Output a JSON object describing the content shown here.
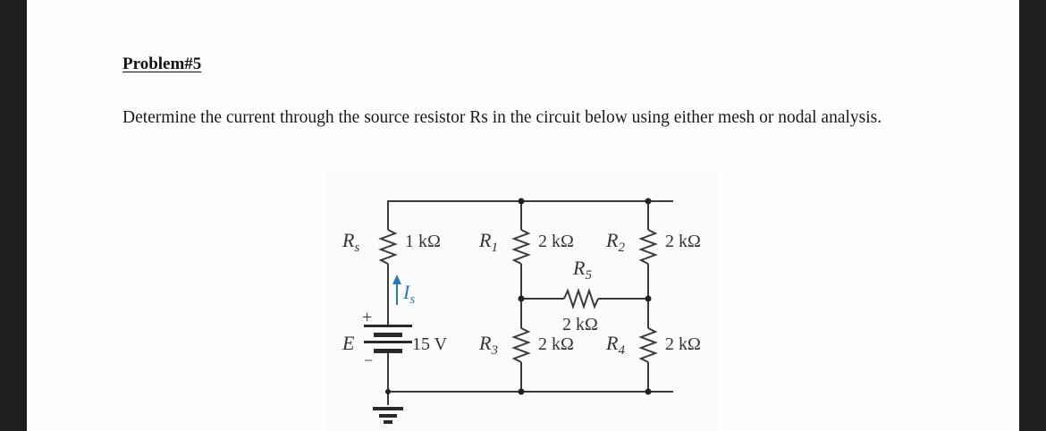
{
  "document": {
    "title": "Problem#5",
    "paragraph": "Determine the current through the source resistor Rs in the circuit below using either mesh or nodal analysis."
  },
  "circuit": {
    "source": {
      "name": "E",
      "value": "15 V",
      "plus": "+",
      "minus": "−"
    },
    "current": {
      "name": "I",
      "sub": "s",
      "color": "#2a7ab8"
    },
    "resistors": [
      {
        "name": "R",
        "sub": "s",
        "value": "1 kΩ"
      },
      {
        "name": "R",
        "sub": "1",
        "value": "2 kΩ"
      },
      {
        "name": "R",
        "sub": "2",
        "value": "2 kΩ"
      },
      {
        "name": "R",
        "sub": "3",
        "value": "2 kΩ"
      },
      {
        "name": "R",
        "sub": "4",
        "value": "2 kΩ"
      },
      {
        "name": "R",
        "sub": "5",
        "value": "2 kΩ"
      }
    ]
  }
}
